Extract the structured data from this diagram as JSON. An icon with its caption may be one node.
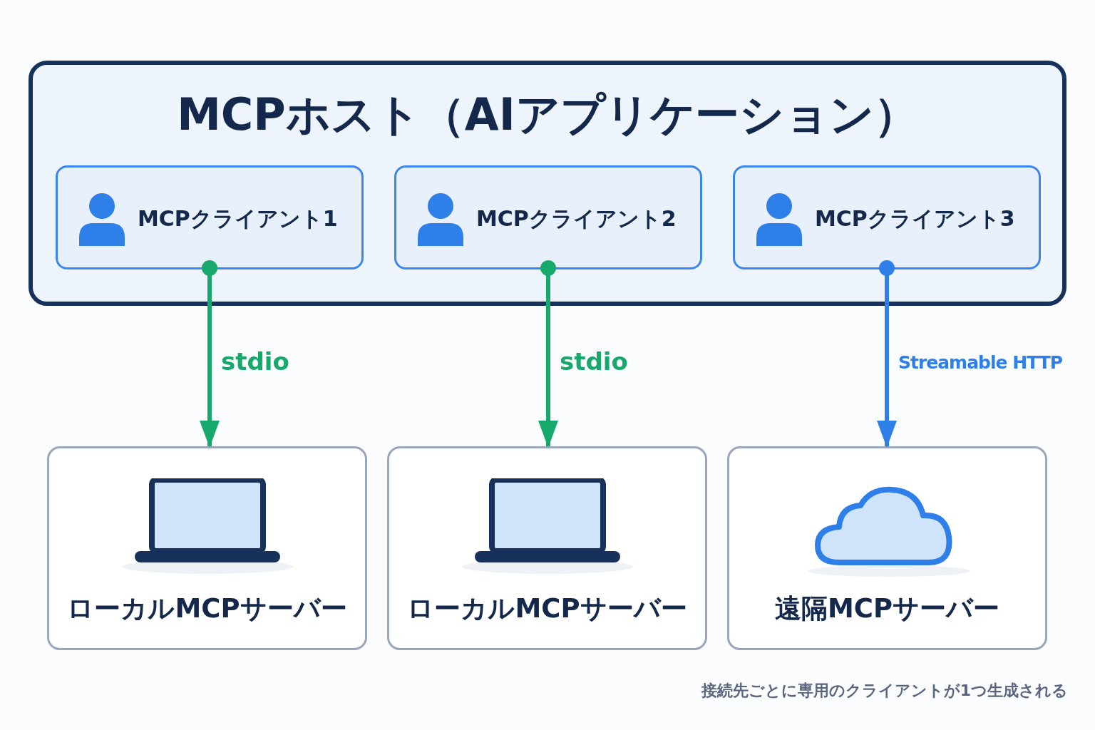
{
  "diagram": {
    "nodes": [
      {
        "text": [
          "MCPホスト（AIアプリケーション）"
        ]
      },
      {
        "text": [
          "MCPクライアント1"
        ],
        "in": 0
      },
      {
        "text": [
          "MCPクライアント2"
        ],
        "in": 0
      },
      {
        "text": [
          "MCPクライアント3"
        ],
        "in": 0
      },
      {
        "text": [
          "ローカルMCPサーバー"
        ]
      },
      {
        "text": [
          "ローカルMCPサーバー"
        ]
      },
      {
        "text": [
          "遠隔MCPサーバー"
        ]
      }
    ],
    "edges": [
      {
        "from": 1,
        "to": 4,
        "arrow": "to",
        "label": "stdio"
      },
      {
        "from": 2,
        "to": 5,
        "arrow": "to",
        "label": "stdio"
      },
      {
        "from": 3,
        "to": 6,
        "arrow": "to",
        "label": "Streamable HTTP",
        "color": "#2f7fe8"
      }
    ],
    "labels": [
      "接続先ごとに専用のクライアントが1つ生成される"
    ]
  }
}
